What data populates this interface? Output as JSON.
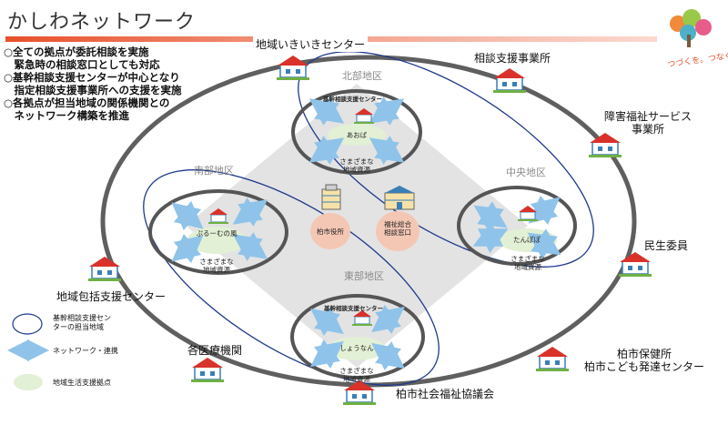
{
  "title": "かしわネットワーク",
  "notes": [
    "○全ての拠点が委託相談を実施",
    "　緊急時の相談窓口としても対応",
    "○基幹相談支援センターが中心となり",
    "　指定相談支援事業所への支援を実施",
    "○各拠点が担当地域の関係機関との",
    "　ネットワーク構築を推進"
  ],
  "logo_text": "つづくを。つなぐ。",
  "outer_nodes": {
    "top": "地域いきいきセンター",
    "top_right": "相談支援事業所",
    "right_upper": [
      "障害福祉サービス",
      "事業所"
    ],
    "right_middle": "民生委員",
    "right_lower": [
      "柏市保健所",
      "柏市こども発達センター"
    ],
    "bottom": "柏市社会福祉協議会",
    "bottom_left": "各医療機関",
    "left": "地域包括支援センター"
  },
  "regions": {
    "north": {
      "name": "北部地区",
      "center": "基幹相談支援センター",
      "base": "あおば",
      "sub": [
        "さまざまな",
        "地域資源"
      ]
    },
    "central": {
      "name": "中央地区",
      "base": "たんぽぽ",
      "sub": [
        "さまざまな",
        "地域資源"
      ]
    },
    "south": {
      "name": "南部地区",
      "base": "ぷるーむの風",
      "sub": [
        "さまざまな",
        "地域資源"
      ]
    },
    "east": {
      "name": "東部地区",
      "center": "基幹相談支援センター",
      "base": "しょうなん",
      "sub": [
        "さまざまな",
        "地域資源"
      ]
    }
  },
  "center": {
    "city_office": "柏市役所",
    "welfare_window": [
      "福祉総合",
      "相談窓口"
    ]
  },
  "legend": {
    "area": [
      "基幹相談支援セン",
      "ターの担当地域"
    ],
    "network": "ネットワーク・連携",
    "base": "地域生活支援拠点"
  },
  "colors": {
    "accent": "#e8502a",
    "ring": "#5f5f5f",
    "blue_area": "#1f3a8c",
    "arrow": "#8fc3ea",
    "base_fill": "#e2f0d5",
    "diamond": "#d9d9d9",
    "center_fill": "#f4c7b4"
  }
}
